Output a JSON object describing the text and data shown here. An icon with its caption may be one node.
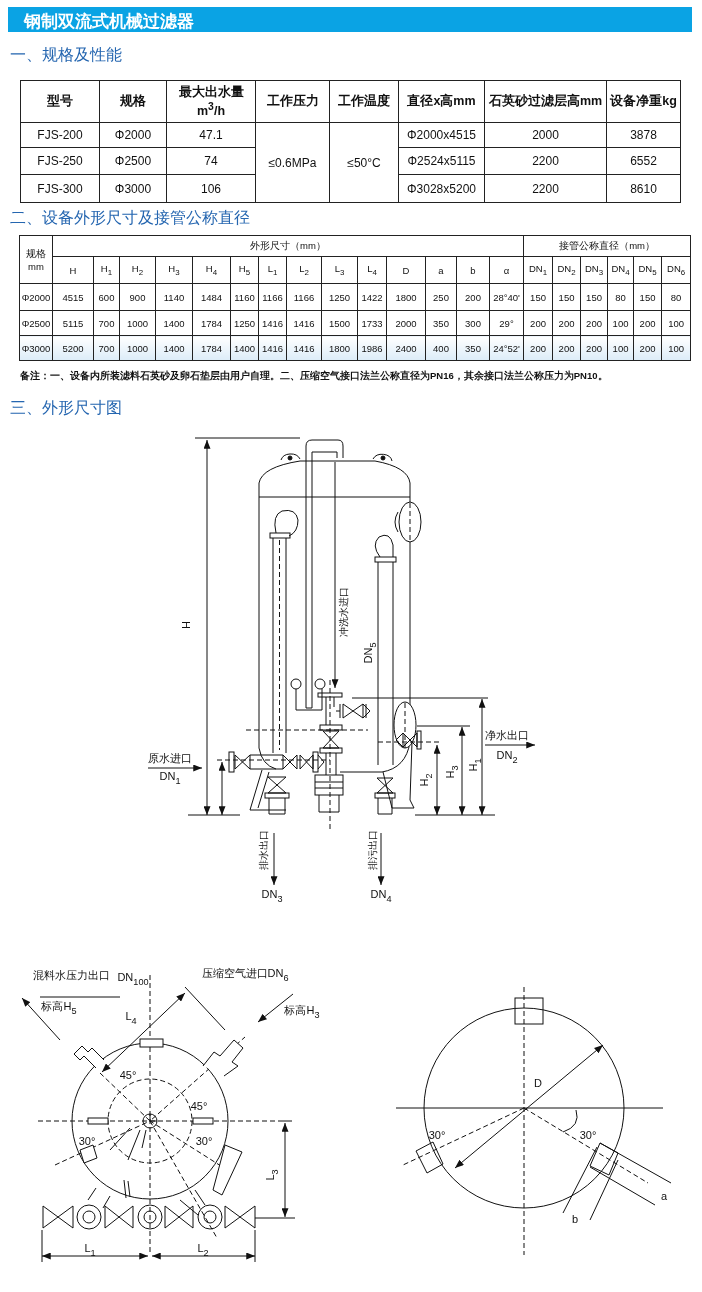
{
  "diagram": {
    "title": "钢制双流式机械过滤器",
    "labels": [
      "一、规格及性能",
      "型号",
      "规格",
      "最大出水量 m$^{3}$/h",
      "工作压力",
      "工作温度",
      "直径x高mm",
      "石英砂过滤层高mm",
      "设备净重kg",
      "FJS-200",
      "Φ2000",
      "47.1",
      "≤0.6MPa",
      "≤50°C",
      "Φ2000x4515",
      "2000",
      "3878",
      "FJS-250",
      "Φ2500",
      "74",
      "Φ2524x5115",
      "2200",
      "6552",
      "FJS-300",
      "Φ3000",
      "106",
      "Φ3028x5200",
      "2200",
      "8610",
      "二、设备外形尺寸及接管公称直径",
      "规格 mm",
      "外形尺寸（mm）",
      "接管公称直径（mm）",
      "H",
      "H$_{1}$",
      "H$_{2}$",
      "H$_{3}$",
      "H$_{4}$",
      "H$_{5}$",
      "L$_{1}$",
      "L$_{2}$",
      "L$_{3}$",
      "L$_{4}$",
      "D",
      "a",
      "b",
      "α",
      "DN$_{1}$",
      "DN$_{2}$",
      "DN$_{3}$",
      "DN$_{4}$",
      "DN$_{5}$",
      "DN$_{6}$",
      "Φ2000",
      "4515",
      "600",
      "900",
      "1140",
      "1484",
      "1160",
      "1166",
      "1166",
      "1250",
      "1422",
      "1800",
      "250",
      "200",
      "28°40'",
      "150",
      "150",
      "150",
      "80",
      "150",
      "80",
      "Φ2500",
      "5115",
      "700",
      "1000",
      "1400",
      "1784",
      "1250",
      "1416",
      "1416",
      "1500",
      "1733",
      "2000",
      "350",
      "300",
      "29°",
      "200",
      "200",
      "200",
      "100",
      "200",
      "100",
      "Φ3000",
      "5200",
      "700",
      "1000",
      "1400",
      "1784",
      "1400",
      "1416",
      "1416",
      "1800",
      "1986",
      "2400",
      "400",
      "350",
      "24°52'",
      "200",
      "200",
      "200",
      "100",
      "200",
      "100",
      "备注：一、设备内所装滤料石英砂及卵石垫层由用户自理。二、压缩空气接口法兰公称直径为PN16，其余接口法兰公称压力为PN10。",
      "三、外形尺寸图",
      "H",
      "冲洗水进口",
      "DN$_{5}$",
      "原水进口",
      "DN$_{1}$",
      "净水出口",
      "DN$_{2}$",
      "H$_{2}$",
      "H$_{3}$",
      "H$_{1}$",
      "排水出口",
      "DN$_{3}$",
      "排污出口",
      "DN$_{4}$",
      "混料水压力出口",
      "DN$_{100}$",
      "压缩空气进口DN$_{6}$",
      "标高H$_{5}$",
      "标高H$_{3}$",
      "L$_{4}$",
      "45°",
      "45°",
      "30°",
      "30°",
      "L$_{3}$",
      "L$_{1}$",
      "L$_{2}$",
      "D",
      "30°",
      "30°",
      "a",
      "b"
    ]
  }
}
